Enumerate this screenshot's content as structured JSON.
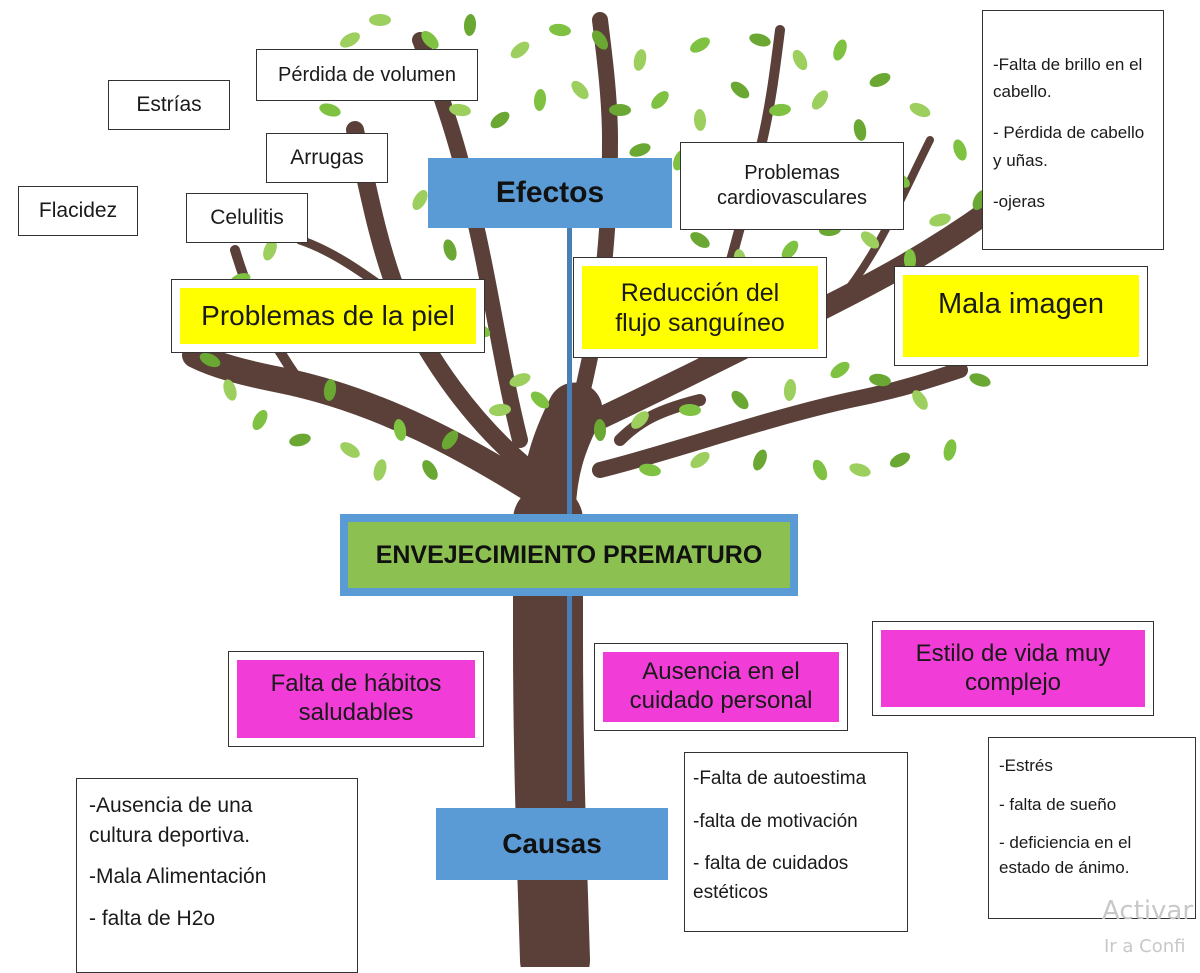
{
  "diagram": {
    "center_label": "ENVEJECIMIENTO PREMATURO",
    "effects_label": "Efectos",
    "causes_label": "Causas",
    "effects": [
      {
        "label": "Problemas de la piel"
      },
      {
        "label": "Reducción del flujo sanguíneo"
      },
      {
        "label": "Mala imagen"
      }
    ],
    "skin_items": [
      "Estrías",
      "Pérdida de volumen",
      "Arrugas",
      "Flacidez",
      "Celulitis"
    ],
    "cardio_label_lines": [
      "Problemas",
      "cardiovasculares"
    ],
    "image_items": [
      "-Falta de brillo en el cabello.",
      "- Pérdida de cabello y uñas.",
      "-ojeras"
    ],
    "causes": [
      {
        "label": "Falta de hábitos saludables"
      },
      {
        "label": "Ausencia en el cuidado personal"
      },
      {
        "label": "Estilo de vida muy complejo"
      }
    ],
    "habits_items": [
      "-Ausencia de una cultura deportiva.",
      "-Mala Alimentación",
      "- falta de H2o"
    ],
    "personal_care_items": [
      "-Falta de autoestima",
      "-falta de motivación",
      "- falta de cuidados estéticos"
    ],
    "lifestyle_items": [
      "-Estrés",
      "- falta de sueño",
      "- deficiencia en el estado de ánimo."
    ]
  },
  "watermark": {
    "line1": "Activar",
    "line2": "Ir a Confi"
  },
  "colors": {
    "highlight_yellow": "#ffff00",
    "highlight_magenta": "#f13cd7",
    "header_blue": "#5b9bd5",
    "center_green": "#8cc152",
    "leaf_green": "#7fc241",
    "trunk_brown": "#5a4038"
  }
}
